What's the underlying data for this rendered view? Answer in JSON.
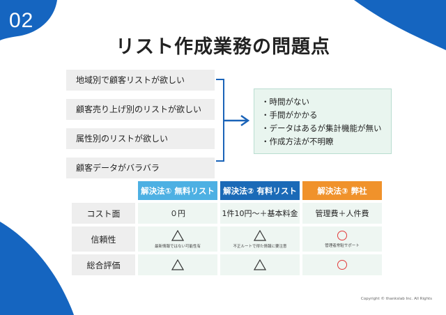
{
  "slide_number": "02",
  "title": "リスト作成業務の問題点",
  "needs": [
    "地域別で顧客リストが欲しい",
    "顧客売り上げ別のリストが欲しい",
    "属性別のリストが欲しい",
    "顧客データがバラバラ"
  ],
  "problems": [
    "・時間がない",
    "・手間がかかる",
    "・データはあるが集計機能が無い",
    "・作成方法が不明瞭"
  ],
  "table": {
    "headers": [
      {
        "label": "解決法① 無料リスト",
        "color": "#4db0e3"
      },
      {
        "label": "解決法② 有料リスト",
        "color": "#1b6ab7"
      },
      {
        "label": "解決法③ 弊社",
        "color": "#f0922b"
      }
    ],
    "rows": [
      {
        "label": "コスト面",
        "cells": [
          {
            "text": "０円"
          },
          {
            "text": "1件10円～＋基本料金"
          },
          {
            "text": "管理費＋人件費"
          }
        ]
      },
      {
        "label": "信頼性",
        "cells": [
          {
            "symbol": "triangle",
            "note": "最新情報ではない可能性有"
          },
          {
            "symbol": "triangle",
            "note": "不正ルートで得た情報に要注意"
          },
          {
            "symbol": "circle",
            "note": "管理者常駐サポート"
          }
        ]
      },
      {
        "label": "総合評価",
        "cells": [
          {
            "symbol": "triangle"
          },
          {
            "symbol": "triangle"
          },
          {
            "symbol": "circle"
          }
        ]
      }
    ]
  },
  "copyright": "Copyright © thankslab Inc. All Rights",
  "colors": {
    "brand_blue": "#1565c0",
    "accent_red": "#e23a3a"
  },
  "icons": {
    "arrow": "right-arrow-icon",
    "triangle": "triangle-icon",
    "circle": "circle-icon"
  }
}
